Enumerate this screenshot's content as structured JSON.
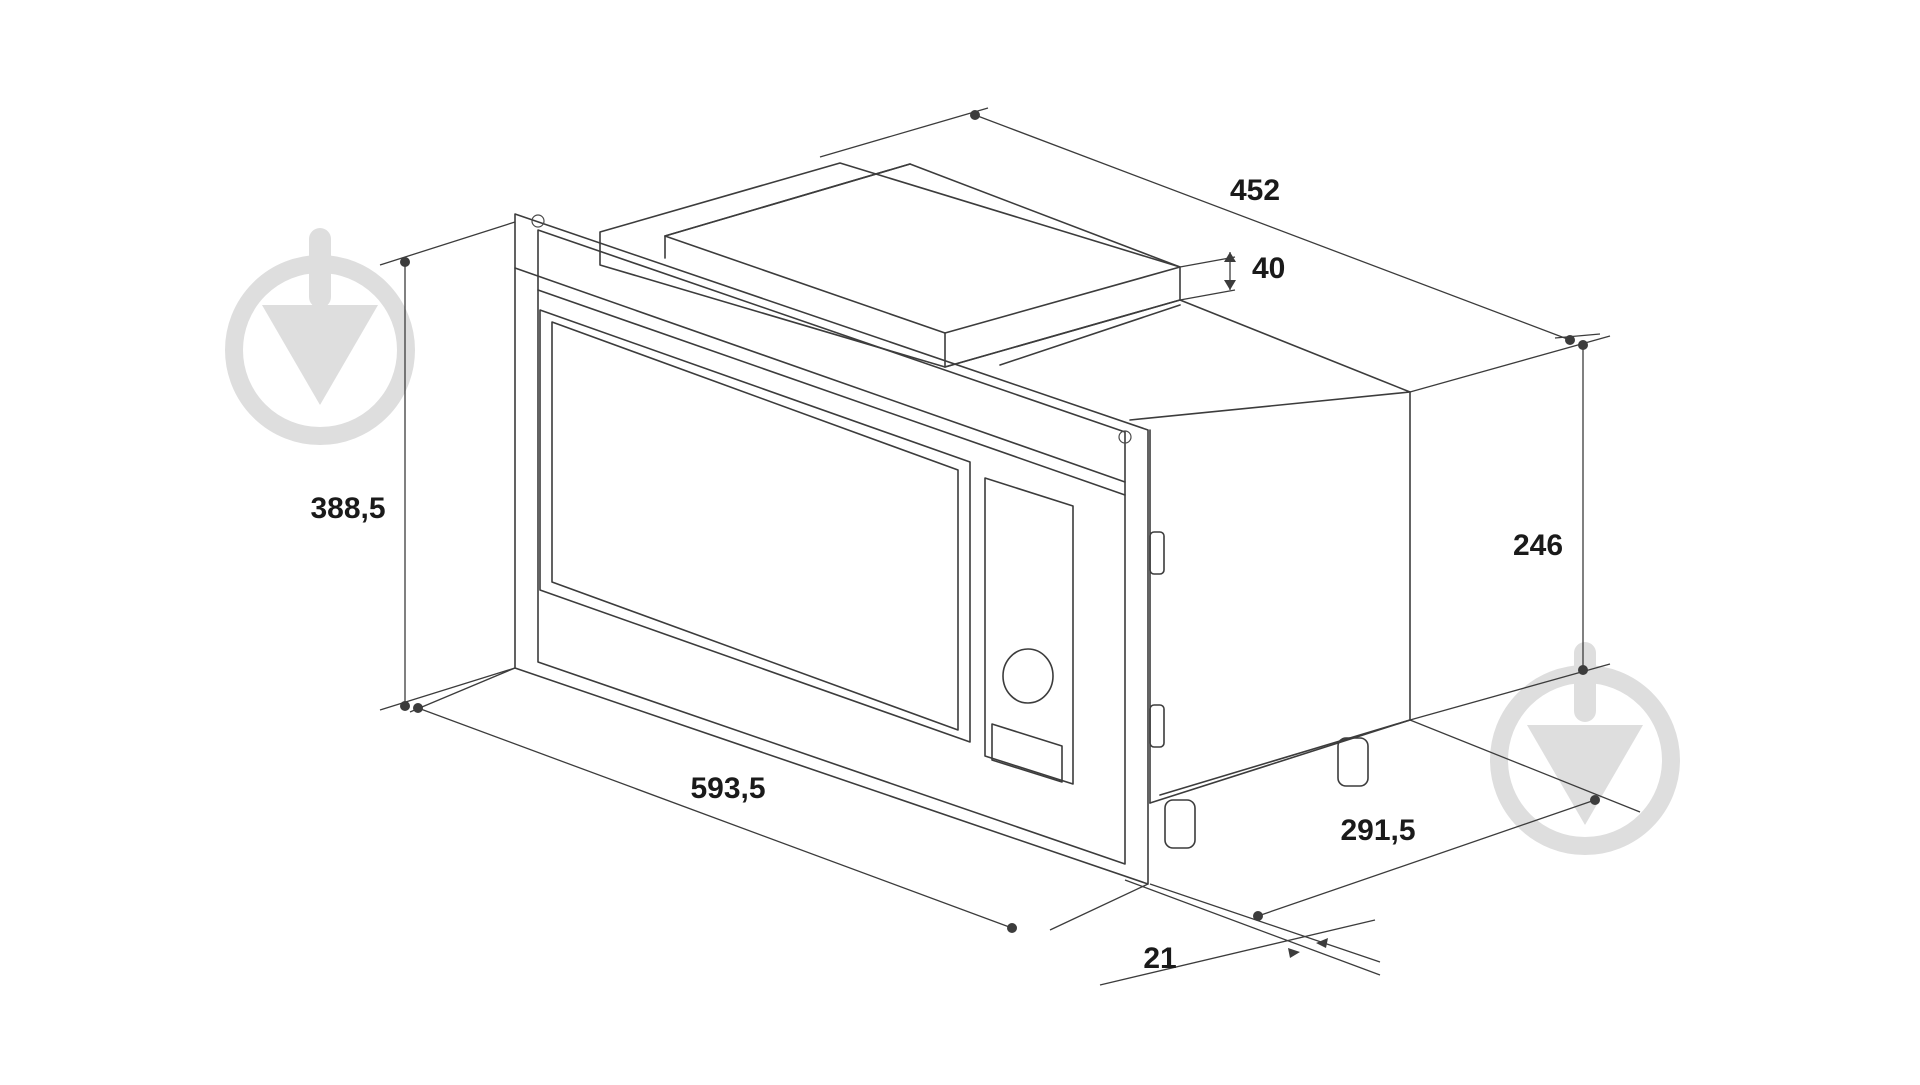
{
  "diagram": {
    "subject": "built-in microwave oven dimension drawing",
    "dimension_labels": {
      "depth_top": "452",
      "top_panel_height": "40",
      "front_height": "388,5",
      "body_height": "246",
      "front_width": "593,5",
      "body_width": "291,5",
      "frame_thickness": "21"
    }
  },
  "colors": {
    "line": "#3c3c3c",
    "text": "#1a1a1a",
    "watermark": "#dedede",
    "background": "#ffffff"
  },
  "icons": [
    "watermark-logo-icon",
    "control-knob-icon"
  ]
}
